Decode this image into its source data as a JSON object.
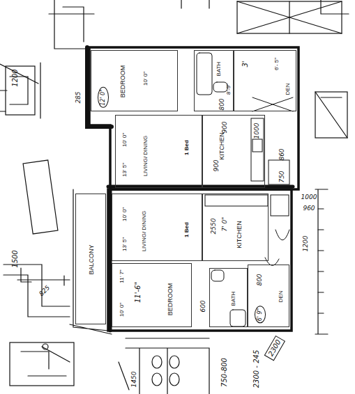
{
  "diagram": {
    "nodes": [
      {
        "text": [
          "BEDROOM",
          "10' 0\""
        ]
      },
      {
        "text": [
          "BATH",
          "8'-9\""
        ]
      },
      {
        "text": [
          "DEN",
          "6'- 5\""
        ]
      },
      {
        "text": [
          "LIVING/ DINING",
          "10' 0\"",
          "13' 5\""
        ]
      },
      {
        "text": [
          "KITCHEN"
        ]
      },
      {
        "text": [
          "LIVING/ DINING",
          "10' 0\"",
          "13' 5\""
        ]
      },
      {
        "text": [
          "KITCHEN"
        ]
      },
      {
        "text": [
          "BEDROOM",
          "11' 7\"",
          "10' 0\""
        ]
      },
      {
        "text": [
          "BATH"
        ]
      },
      {
        "text": [
          "DEN"
        ]
      },
      {
        "text": [
          "BALCONY"
        ]
      }
    ],
    "labels": [
      "1 Bed",
      "1 Bed",
      "12' 0\"",
      "3'",
      "800",
      "900",
      "1000",
      "900",
      "860",
      "750",
      "1000",
      "960",
      "1200",
      "2550",
      "7' 0\"",
      "800",
      "11'-6\"",
      "600",
      "6' 9\"",
      "1200",
      "285",
      "1500",
      "825",
      "1450",
      "750-800",
      "2300 - 245",
      "2300"
    ]
  }
}
